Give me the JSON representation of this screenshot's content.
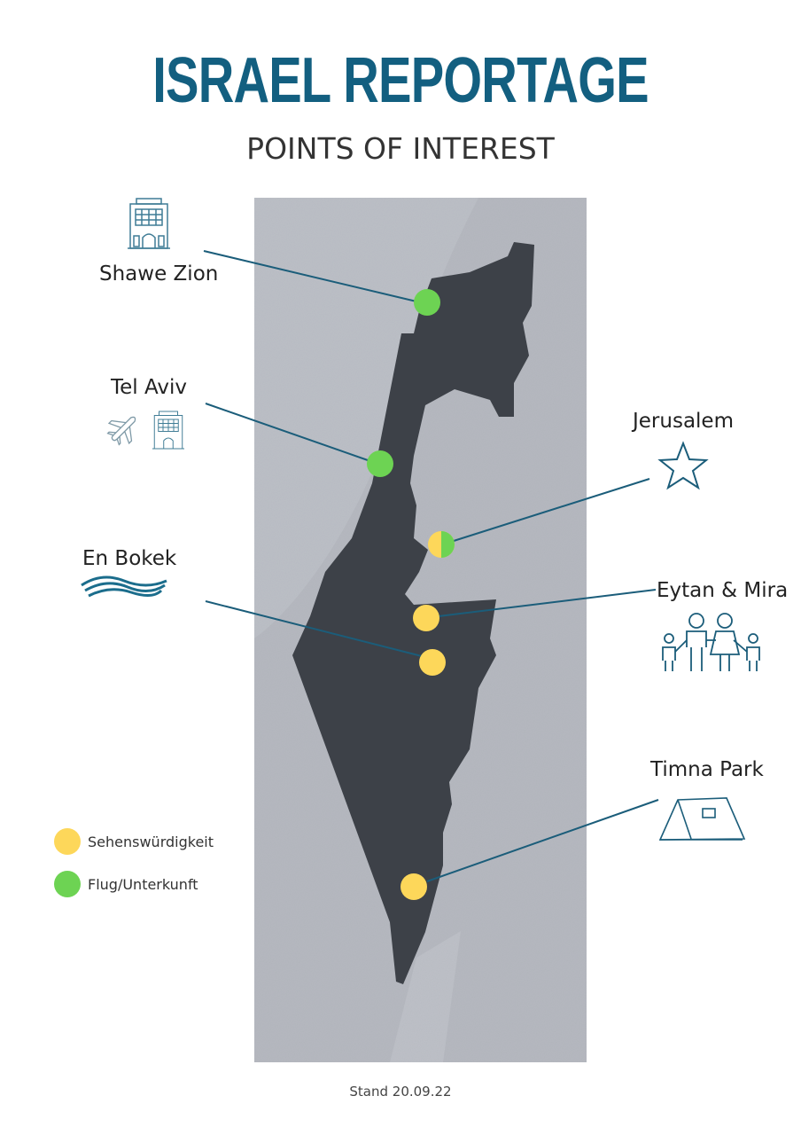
{
  "header": {
    "title": "ISRAEL REPORTAGE",
    "subtitle": "POINTS OF INTEREST"
  },
  "colors": {
    "title": "#135f80",
    "line": "#1b5d7a",
    "sight": "#fdd75a",
    "stay": "#6dd353",
    "land": "#3d4148",
    "background_map": "#b9bcc3"
  },
  "places": [
    {
      "name": "Shawe Zion",
      "type": "stay",
      "icon": "hotel-icon"
    },
    {
      "name": "Tel Aviv",
      "type": "stay",
      "icon": "airplane-icon + hotel-icon"
    },
    {
      "name": "Jerusalem",
      "type": "both",
      "icon": "star-icon"
    },
    {
      "name": "Eytan & Mira",
      "type": "sight",
      "icon": "family-icon"
    },
    {
      "name": "En Bokek",
      "type": "sight",
      "icon": "waves-icon"
    },
    {
      "name": "Timna Park",
      "type": "sight",
      "icon": "tent-icon"
    }
  ],
  "legend": [
    {
      "label": "Sehenswürdigkeit",
      "color": "#fdd75a"
    },
    {
      "label": "Flug/Unterkunft",
      "color": "#6dd353"
    }
  ],
  "footer": "Stand 20.09.22"
}
